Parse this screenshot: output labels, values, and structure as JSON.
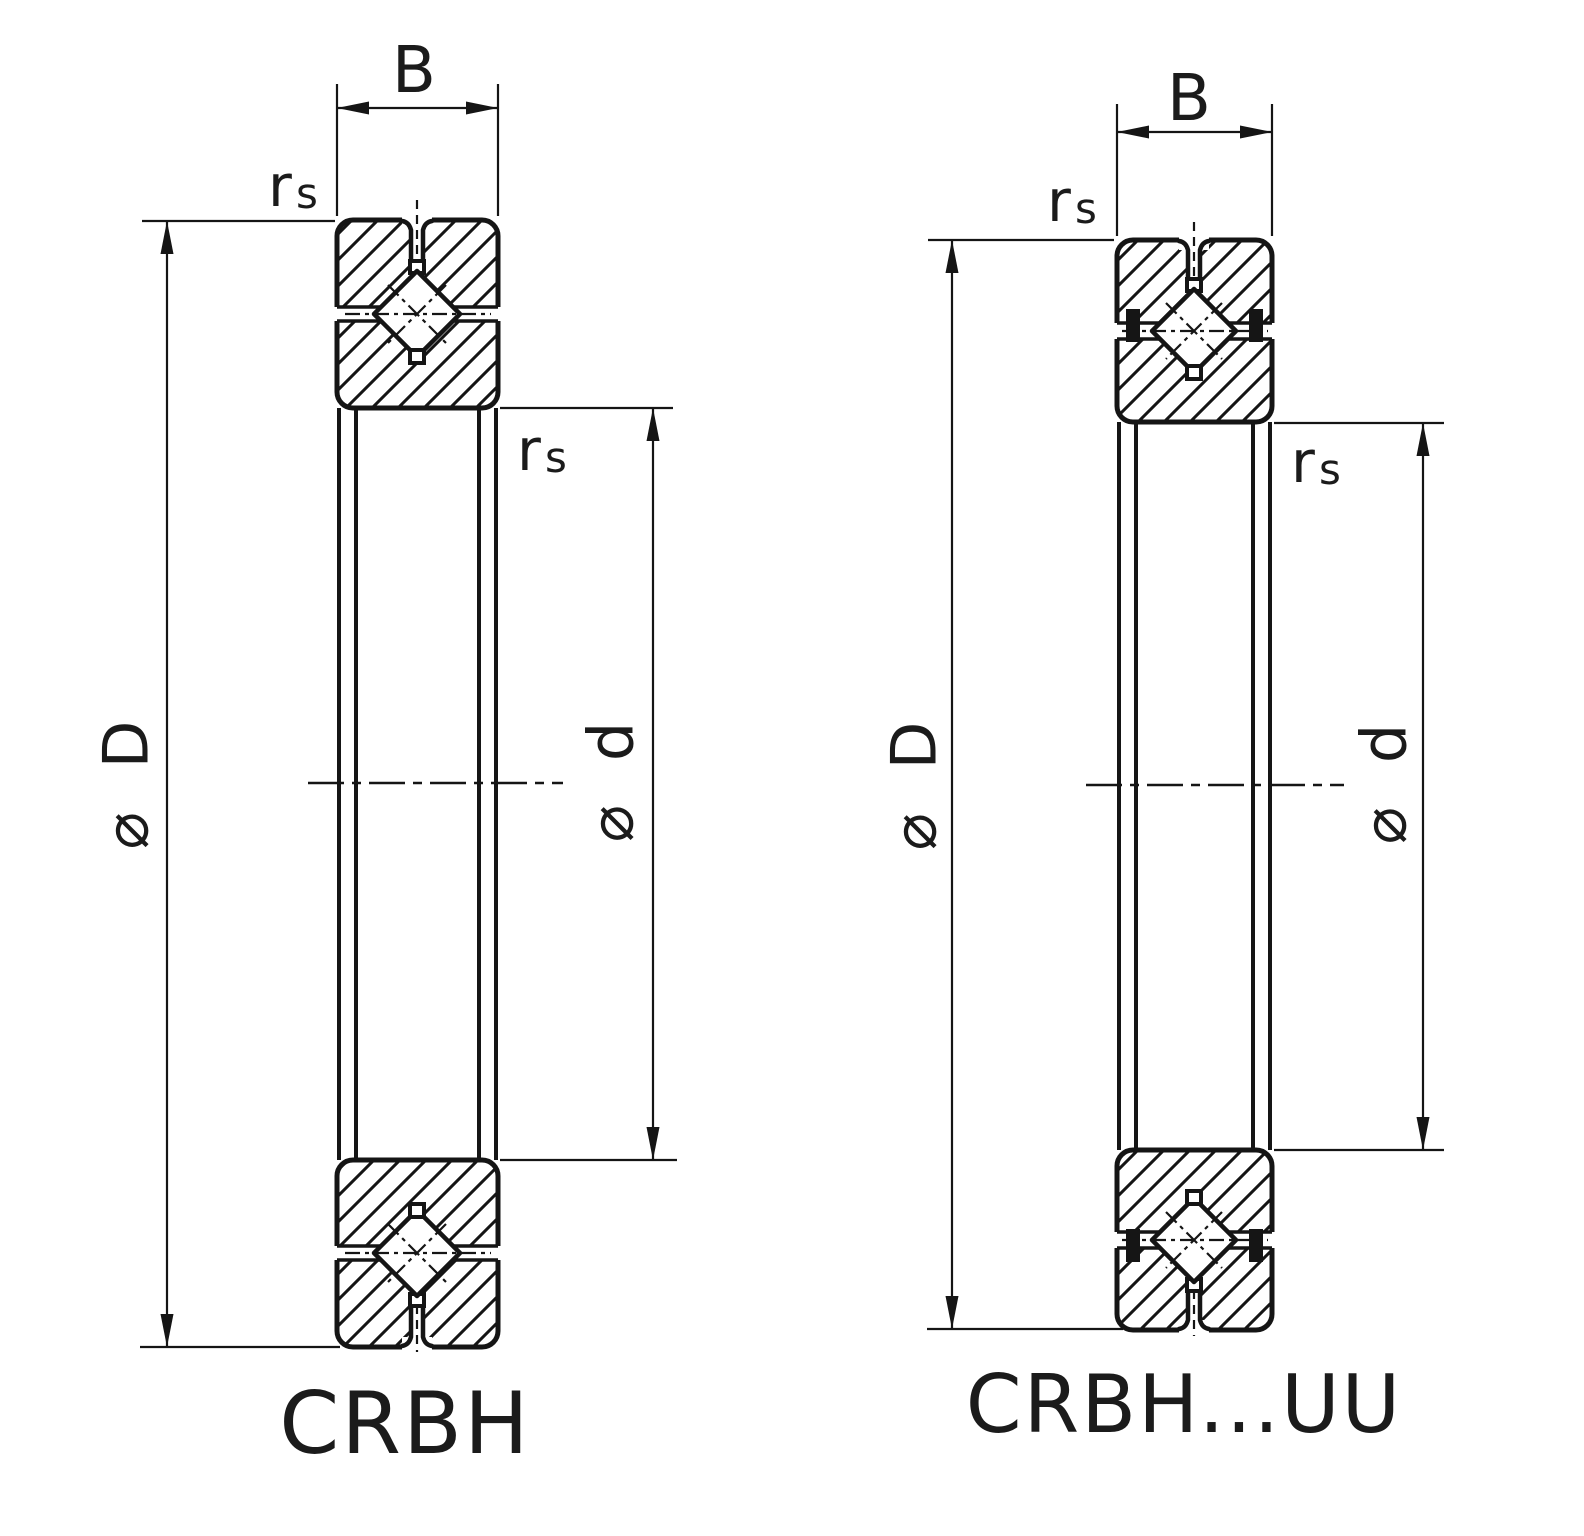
{
  "diagram": {
    "type": "technical-drawing",
    "background_color": "#ffffff",
    "line_color": "#151515",
    "figures": [
      {
        "id": "crbh",
        "caption": "CRBH",
        "labels": {
          "width": "B",
          "outer_corner_radius": "r",
          "outer_corner_radius_sub": "s",
          "inner_corner_radius": "r",
          "inner_corner_radius_sub": "s",
          "outer_diameter": "⌀ D",
          "bore_diameter": "⌀ d"
        }
      },
      {
        "id": "crbh-uu",
        "caption": "CRBH...UU",
        "labels": {
          "width": "B",
          "outer_corner_radius": "r",
          "outer_corner_radius_sub": "s",
          "inner_corner_radius": "r",
          "inner_corner_radius_sub": "s",
          "outer_diameter": "⌀ D",
          "bore_diameter": "⌀ d"
        }
      }
    ]
  }
}
